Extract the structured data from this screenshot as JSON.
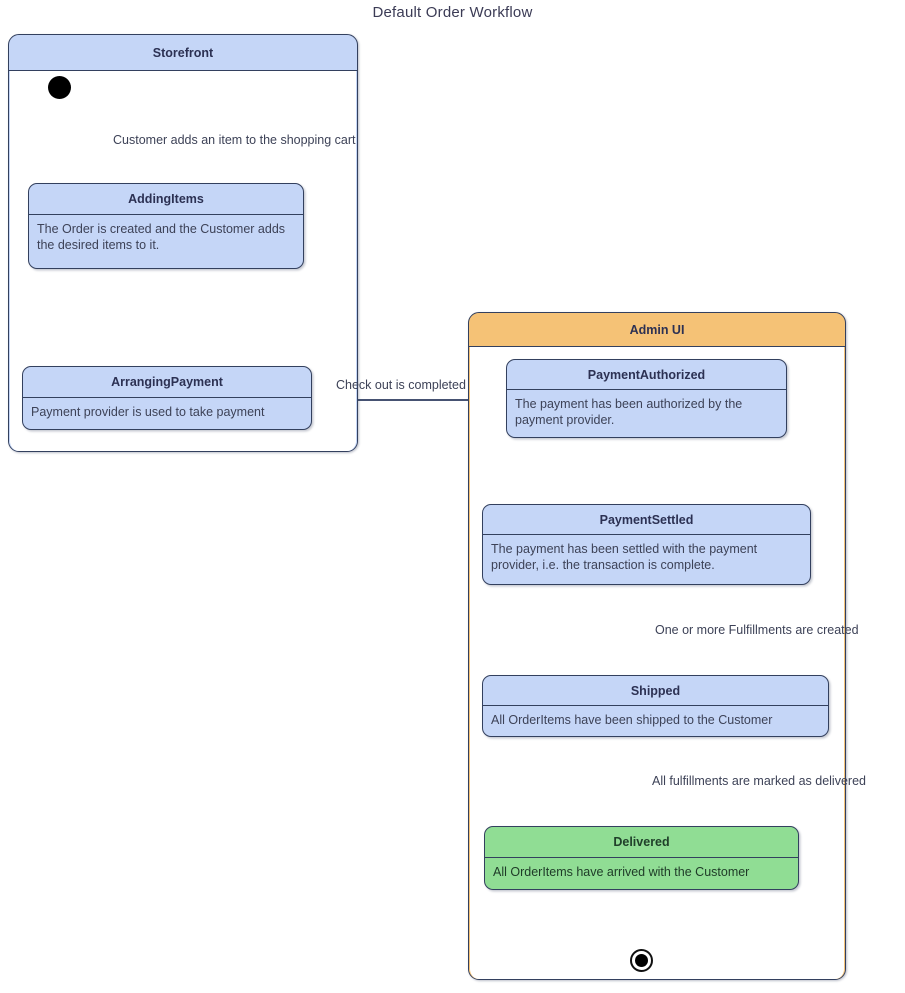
{
  "title": "Default Order Workflow",
  "theme": {
    "state_fill": "#c5d6f7",
    "state_border": "#33405e",
    "storefront_fill": "#c5d6f7",
    "adminui_fill": "#f5c276",
    "final_state_fill": "#90dd94",
    "edge_color": "#2b3a5e",
    "text_color": "#3d4257"
  },
  "regions": [
    {
      "id": "storefront",
      "label": "Storefront"
    },
    {
      "id": "adminui",
      "label": "Admin UI"
    }
  ],
  "pseudo_states": [
    {
      "id": "initial",
      "kind": "initial-state"
    },
    {
      "id": "final",
      "kind": "final-state"
    }
  ],
  "states": [
    {
      "id": "addingitems",
      "name": "AddingItems",
      "description": "The Order is created and the Customer adds the desired items to it.",
      "region": "storefront",
      "accent": "blue"
    },
    {
      "id": "arrangingpayment",
      "name": "ArrangingPayment",
      "description": "Payment provider is used to take payment",
      "region": "storefront",
      "accent": "blue"
    },
    {
      "id": "paymentauthorized",
      "name": "PaymentAuthorized",
      "description": "The payment has been authorized by the payment provider.",
      "region": "adminui",
      "accent": "blue"
    },
    {
      "id": "paymentsettled",
      "name": "PaymentSettled",
      "description": "The payment has been settled with the payment provider, i.e. the transaction is complete.",
      "region": "adminui",
      "accent": "blue"
    },
    {
      "id": "shipped",
      "name": "Shipped",
      "description": "All OrderItems have been shipped to the Customer",
      "region": "adminui",
      "accent": "blue"
    },
    {
      "id": "delivered",
      "name": "Delivered",
      "description": "All OrderItems have arrived with the Customer",
      "region": "adminui",
      "accent": "green"
    }
  ],
  "transitions": [
    {
      "id": "t1",
      "from": "initial",
      "to": "addingitems",
      "label": "Customer adds an item to the shopping cart"
    },
    {
      "id": "t2",
      "from": "addingitems",
      "to": "arrangingpayment",
      "label": ""
    },
    {
      "id": "t3",
      "from": "arrangingpayment",
      "to": "paymentauthorized",
      "label": "Check out is completed"
    },
    {
      "id": "t4",
      "from": "paymentauthorized",
      "to": "paymentsettled",
      "label": ""
    },
    {
      "id": "t5",
      "from": "paymentsettled",
      "to": "shipped",
      "label": "One or more Fulfillments are created"
    },
    {
      "id": "t6",
      "from": "shipped",
      "to": "delivered",
      "label": "All fulfillments are marked as delivered"
    },
    {
      "id": "t7",
      "from": "delivered",
      "to": "final",
      "label": ""
    }
  ]
}
